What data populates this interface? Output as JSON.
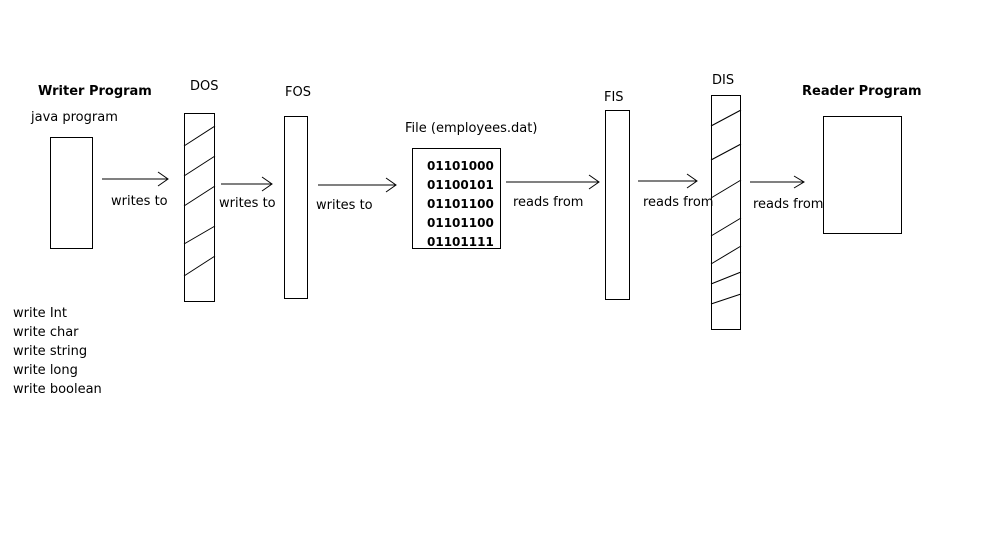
{
  "writer": {
    "title": "Writer Program",
    "subtitle": "java program",
    "methods": [
      "write Int",
      "write char",
      "write string",
      "write long",
      "write boolean"
    ]
  },
  "streams": {
    "dos": "DOS",
    "fos": "FOS",
    "fis": "FIS",
    "dis": "DIS"
  },
  "file": {
    "label": "File (employees.dat)",
    "bits": [
      "01101000",
      "01100101",
      "01101100",
      "01101100",
      "01101111"
    ]
  },
  "reader": {
    "title": "Reader Program"
  },
  "edges": {
    "writer_to_dos": "writes to",
    "dos_to_fos": "writes to",
    "fos_to_file": "writes to",
    "file_to_fis": "reads from",
    "fis_to_dis": "reads from",
    "dis_to_reader": "reads from"
  }
}
